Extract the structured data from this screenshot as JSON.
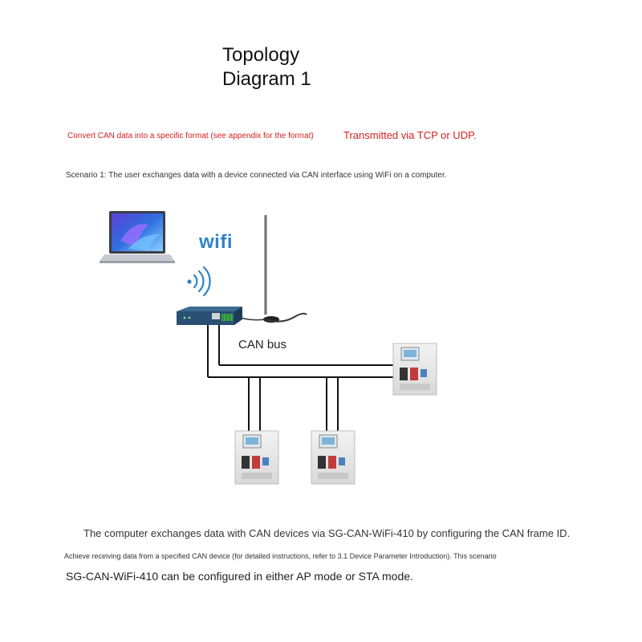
{
  "title": {
    "line1": "Topology",
    "line2": "Diagram 1"
  },
  "notes": {
    "convert": "Convert CAN data into a specific format (see appendix for the format)",
    "transmit": "Transmitted via TCP or UDP."
  },
  "scenario": "Scenario 1: The user exchanges data with a device connected via CAN interface using WiFi on a computer.",
  "diagram": {
    "wifi_label": "wifi",
    "can_bus_label": "CAN bus",
    "nodes": [
      "laptop-icon",
      "wifi-signal-icon",
      "gateway-device",
      "antenna-icon",
      "can-device-1",
      "can-device-2",
      "can-device-3"
    ]
  },
  "footer": {
    "line1": "The computer exchanges data with CAN devices via SG-CAN-WiFi-410 by configuring the CAN frame ID.",
    "line2": "Achieve receiving data from a specified CAN device (for detailed instructions, refer to 3.1 Device Parameter Introduction). This scenario",
    "line3": "SG-CAN-WiFi-410 can be configured in either AP mode or STA mode."
  },
  "colors": {
    "note_red": "#d42020",
    "wifi_blue": "#2f83c8",
    "gateway_blue": "#2a4f72",
    "terminal_green": "#3aa84a"
  }
}
